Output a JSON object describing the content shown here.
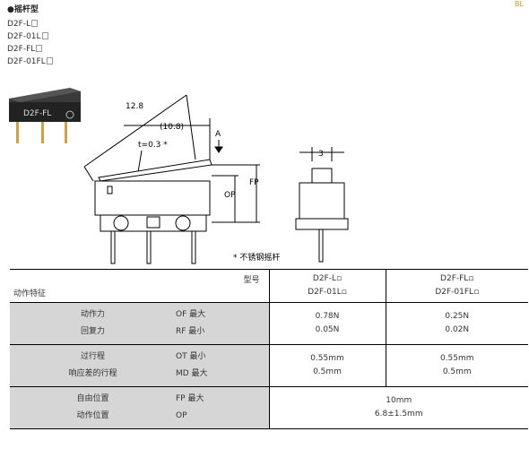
{
  "header": {
    "title": "●摇杆型",
    "models": [
      "D2F-L",
      "D2F-01L",
      "D2F-FL",
      "D2F-01FL"
    ]
  },
  "corner_text": "BL",
  "diagram": {
    "switch_label": "D2F-FL",
    "dim_lever": "12.8",
    "dim_lever_inner": "(10.8)",
    "dim_thickness": "t=0.3 *",
    "label_a": "A",
    "label_op": "OP",
    "label_fp": "FP",
    "dim_width": "3",
    "note": "* 不锈钢摇杆"
  },
  "table": {
    "header_left": "动作特征",
    "header_right": "型号",
    "col1": [
      "D2F-L",
      "D2F-01L"
    ],
    "col2": [
      "D2F-FL",
      "D2F-01FL"
    ],
    "groups": [
      {
        "rows": [
          {
            "label": "动作力",
            "symbol": "OF 最大"
          },
          {
            "label": "回复力",
            "symbol": "RF 最小"
          }
        ],
        "col1": [
          "0.78N",
          "0.05N"
        ],
        "col2": [
          "0.25N",
          "0.02N"
        ]
      },
      {
        "rows": [
          {
            "label": "过行程",
            "symbol": "OT 最小"
          },
          {
            "label": "响应差的行程",
            "symbol": "MD 最大"
          }
        ],
        "col1": [
          "0.55mm",
          "0.5mm"
        ],
        "col2": [
          "0.55mm",
          "0.5mm"
        ]
      },
      {
        "rows": [
          {
            "label": "自由位置",
            "symbol": "FP 最大"
          },
          {
            "label": "动作位置",
            "symbol": "OP"
          }
        ],
        "merged": [
          "10mm",
          "6.8±1.5mm"
        ]
      }
    ]
  }
}
